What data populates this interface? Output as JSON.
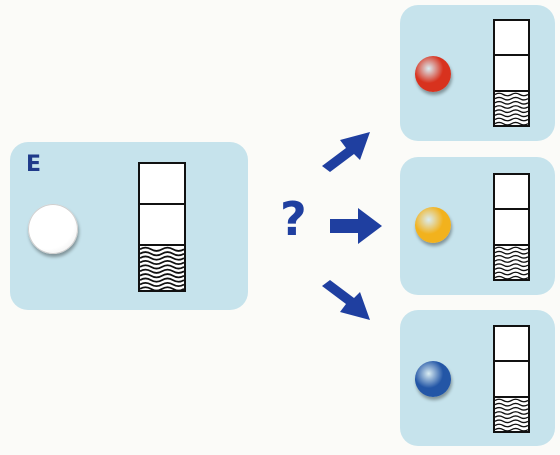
{
  "source_card": {
    "label": "E",
    "token_color": "#ffffff",
    "gauge": {
      "segments": 3,
      "filled_segments": 1
    }
  },
  "question_mark": "?",
  "option_cards": [
    {
      "token_color": "#d8321e",
      "gauge": {
        "segments": 3,
        "filled_segments": 1
      }
    },
    {
      "token_color": "#f2b21d",
      "gauge": {
        "segments": 3,
        "filled_segments": 1
      }
    },
    {
      "token_color": "#2356a6",
      "gauge": {
        "segments": 3,
        "filled_segments": 1
      }
    }
  ],
  "colors": {
    "card_background": "#c6e3ec",
    "arrow": "#1f3fa0",
    "label": "#1f3a8a"
  },
  "icons": [
    "arrow-up-right-icon",
    "arrow-right-icon",
    "arrow-down-right-icon",
    "question-mark-icon"
  ]
}
